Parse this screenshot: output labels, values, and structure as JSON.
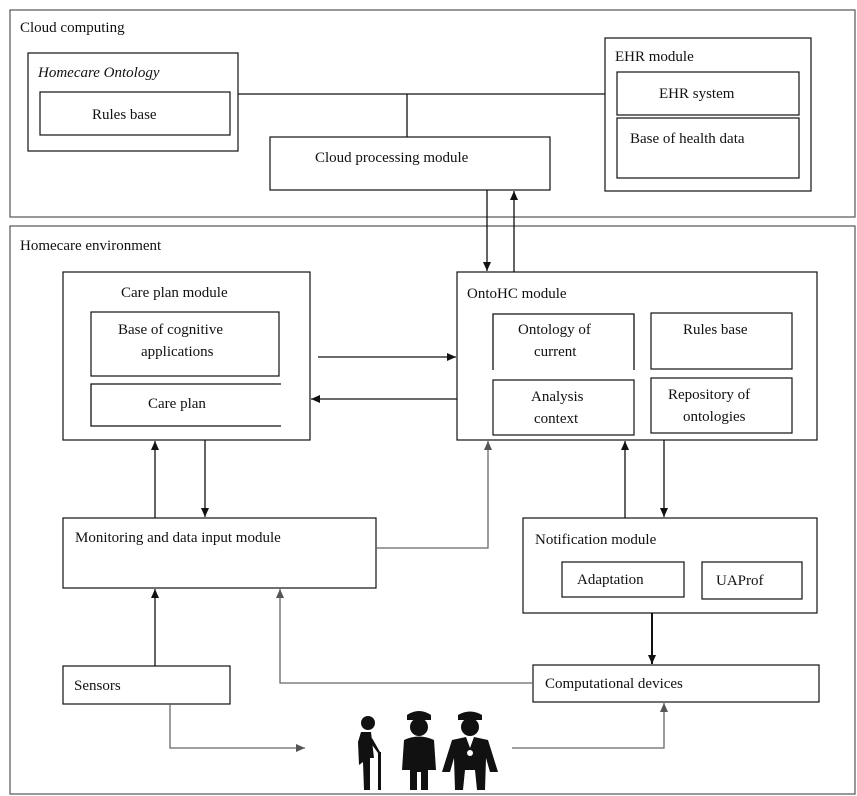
{
  "regions": {
    "cloud": "Cloud computing",
    "homecare": "Homecare environment"
  },
  "cloud": {
    "ontology_title": "Homecare Ontology",
    "rules_base": "Rules base",
    "processing": "Cloud processing module",
    "ehr_title": "EHR module",
    "ehr_system": "EHR system",
    "health_data": "Base of health data"
  },
  "care_plan": {
    "title": "Care plan module",
    "cognitive_line1": "Base of cognitive",
    "cognitive_line2": "applications",
    "care_plan": "Care plan"
  },
  "ontohc": {
    "title": "OntoHC module",
    "current_line1": "Ontology of",
    "current_line2": "current",
    "analysis_line1": "Analysis",
    "analysis_line2": "context",
    "rules_base": "Rules base",
    "repo_line1": "Repository of",
    "repo_line2": "ontologies"
  },
  "monitoring": "Monitoring and data input module",
  "notification": {
    "title": "Notification module",
    "adaptation": "Adaptation",
    "uaprof": "UAProf"
  },
  "sensors": "Sensors",
  "devices": "Computational devices",
  "icons": [
    "elderly-with-cane-icon",
    "nurse-icon",
    "doctor-icon"
  ]
}
